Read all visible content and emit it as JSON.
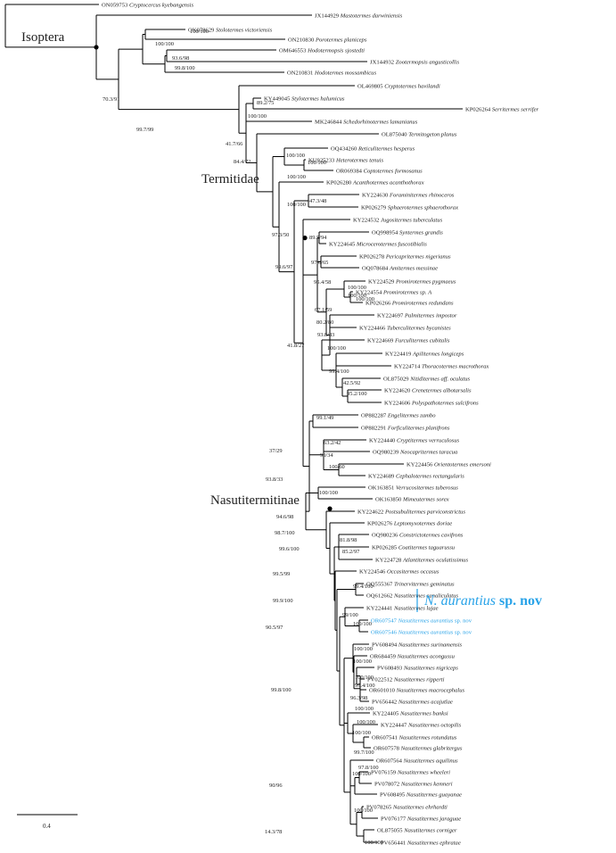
{
  "colors": {
    "highlight": "#29a3e8",
    "line": "#000000"
  },
  "clades": {
    "isoptera": "Isoptera",
    "termitidae": "Termitidae",
    "nasutitermitinae": "Nasutitermitinae"
  },
  "new_species": {
    "name": "N. aurantius",
    "suffix": "sp. nov"
  },
  "scale_bar": {
    "label": "0.4",
    "value": 0.4
  },
  "taxa": [
    {
      "acc": "ON059753",
      "sp": "Cryptocercus kyebangensis"
    },
    {
      "acc": "JX144929",
      "sp": "Mastotermes darwiniensis"
    },
    {
      "acc": "OK078629",
      "sp": "Stolotermes victoriensis"
    },
    {
      "acc": "ON210830",
      "sp": "Porotermes planiceps"
    },
    {
      "acc": "OM646553",
      "sp": "Hodotermopsis sjostedti"
    },
    {
      "acc": "JX144932",
      "sp": "Zootermopsis angusticollis"
    },
    {
      "acc": "ON210831",
      "sp": "Hodotermes mossambicus"
    },
    {
      "acc": "OL469805",
      "sp": "Cryptotermes havilandi"
    },
    {
      "acc": "KY449045",
      "sp": "Stylotermes halumicus"
    },
    {
      "acc": "KP026264",
      "sp": "Serritermes serrifer"
    },
    {
      "acc": "MK246844",
      "sp": "Schedorhinotermes lamanianus"
    },
    {
      "acc": "OL875040",
      "sp": "Termitogeton planus"
    },
    {
      "acc": "OQ434260",
      "sp": "Reticulitermes hesperus"
    },
    {
      "acc": "KU925233",
      "sp": "Heterotermes tenuis"
    },
    {
      "acc": "OR069384",
      "sp": "Coptotermes formosanus"
    },
    {
      "acc": "KP026280",
      "sp": "Acanthotermes acanthothorax"
    },
    {
      "acc": "KY224630",
      "sp": "Foraminitermes rhinoceros"
    },
    {
      "acc": "KP026279",
      "sp": "Sphaerotermes sphaerothorax"
    },
    {
      "acc": "KY224532",
      "sp": "Jugositermes tuberculatus"
    },
    {
      "acc": "OQ998954",
      "sp": "Syntermes grandis"
    },
    {
      "acc": "KY224645",
      "sp": "Microcerotermes fuscotibialis"
    },
    {
      "acc": "KP026278",
      "sp": "Pericapritermes nigerianus"
    },
    {
      "acc": "OQ078684",
      "sp": "Amitermes messinae"
    },
    {
      "acc": "KY224529",
      "sp": "Promirotermes pygmaeus"
    },
    {
      "acc": "KY224554",
      "sp": "Promirotermes sp. A"
    },
    {
      "acc": "KP026266",
      "sp": "Promirotermes redundans"
    },
    {
      "acc": "KY224697",
      "sp": "Palmitermes impostor"
    },
    {
      "acc": "KY224466",
      "sp": "Tuberculitermes bycanistes"
    },
    {
      "acc": "KY224669",
      "sp": "Furculitermes cubitalis"
    },
    {
      "acc": "KY224419",
      "sp": "Apilitermes longiceps"
    },
    {
      "acc": "KY224714",
      "sp": "Thoracotermes macrothorax"
    },
    {
      "acc": "OL875029",
      "sp": "Nitiditermes aff. oculatus"
    },
    {
      "acc": "KY224620",
      "sp": "Crenetermes albotarsalis"
    },
    {
      "acc": "KY224606",
      "sp": "Polyspathotermes sulcifrons"
    },
    {
      "acc": "OP882287",
      "sp": "Engelitermes zambo"
    },
    {
      "acc": "OP882291",
      "sp": "Forficulitermes planifrons"
    },
    {
      "acc": "KY224440",
      "sp": "Cryptitermes verruculosus"
    },
    {
      "acc": "OQ980239",
      "sp": "Neocapritermes taracua"
    },
    {
      "acc": "KY224456",
      "sp": "Orientotermes emersoni"
    },
    {
      "acc": "KY224689",
      "sp": "Cephalotermes rectangularis"
    },
    {
      "acc": "OK163851",
      "sp": "Verrucositermes tuberosus"
    },
    {
      "acc": "OK163850",
      "sp": "Mimeutermes sorex"
    },
    {
      "acc": "KY224622",
      "sp": "Postsubulitermes parviconstrictus"
    },
    {
      "acc": "KP026276",
      "sp": "Leptomyxotermes doriae"
    },
    {
      "acc": "OQ980236",
      "sp": "Constrictotermes cavifrons"
    },
    {
      "acc": "KP026285",
      "sp": "Coatitermes taguarussu"
    },
    {
      "acc": "KY224728",
      "sp": "Atlantitermes oculatissimus"
    },
    {
      "acc": "KY224546",
      "sp": "Occasitermes occasus"
    },
    {
      "acc": "OQ555367",
      "sp": "Trinervitermes geminatus"
    },
    {
      "acc": "OQ612662",
      "sp": "Nasutitermes canaliculatus"
    },
    {
      "acc": "KY224441",
      "sp": "Nasutitermes lujae"
    },
    {
      "acc": "OR607547",
      "sp": "Nasutitermes aurantius",
      "nov": "sp. nov"
    },
    {
      "acc": "OR607546",
      "sp": "Nasutitermes aurantius",
      "nov": "sp. nov"
    },
    {
      "acc": "PV608494",
      "sp": "Nasutitermes surinamensis"
    },
    {
      "acc": "OR684459",
      "sp": "Nasutitermes acongussu"
    },
    {
      "acc": "PV608493",
      "sp": "Nasutitermes nigriceps"
    },
    {
      "acc": "PV022512",
      "sp": "Nasutitermes ripperti"
    },
    {
      "acc": "OR601010",
      "sp": "Nasutitermes macrocephalus"
    },
    {
      "acc": "PV656442",
      "sp": "Nasutitermes acajutlae"
    },
    {
      "acc": "KY224405",
      "sp": "Nasutitermes banksi"
    },
    {
      "acc": "KY224447",
      "sp": "Nasutitermes octopilis"
    },
    {
      "acc": "OR607541",
      "sp": "Nasutitermes rotundatus"
    },
    {
      "acc": "OR607578",
      "sp": "Nasutitermes glabritergus"
    },
    {
      "acc": "OR607564",
      "sp": "Nasutitermes aquilinus"
    },
    {
      "acc": "PV076159",
      "sp": "Nasutitermes wheeleri"
    },
    {
      "acc": "PV078072",
      "sp": "Nasutitermes kemneri"
    },
    {
      "acc": "PV608495",
      "sp": "Nasutitermes guayanae"
    },
    {
      "acc": "PV078265",
      "sp": "Nasutitermes ehrhardti"
    },
    {
      "acc": "PV076177",
      "sp": "Nasutitermes jaraguae"
    },
    {
      "acc": "OL875055",
      "sp": "Nasutitermes corniger"
    },
    {
      "acc": "PV656441",
      "sp": "Nasutitermes ephratae"
    }
  ],
  "supports": [
    "100/100",
    "100/100",
    "93.6/98",
    "99.8/100",
    "70.3/91",
    "99.7/99",
    "89.2/75",
    "100/100",
    "41.7/66",
    "84.4/72",
    "100/100",
    "100/100",
    "100/100",
    "100/100",
    "47.3/48",
    "97.3/50",
    "89.5/94",
    "97.8/65",
    "99.6/97",
    "95.4/58",
    "100/100",
    "100/100",
    "100/100",
    "67.1/59",
    "80.2/80",
    "93.8/83",
    "100/100",
    "99.4/100",
    "42.5/92",
    "95.2/100",
    "41.8/27",
    "99.1/49",
    "63.2/42",
    "90/34",
    "100/60",
    "37/29",
    "93.8/33",
    "100/100",
    "94.6/98",
    "98.7/100",
    "81.8/98",
    "85.2/97",
    "99.6/100",
    "99.5/99",
    "99.4/100",
    "99.9/100",
    "99/100",
    "100/100",
    "90.5/97",
    "100/100",
    "100/100",
    "100/100",
    "99.4/100",
    "99.8/100",
    "96.3/98",
    "100/100",
    "100/100",
    "100/100",
    "99.7/100",
    "97.8/100",
    "90/96",
    "100/100",
    "100/100",
    "14.3/78",
    "100/100"
  ]
}
